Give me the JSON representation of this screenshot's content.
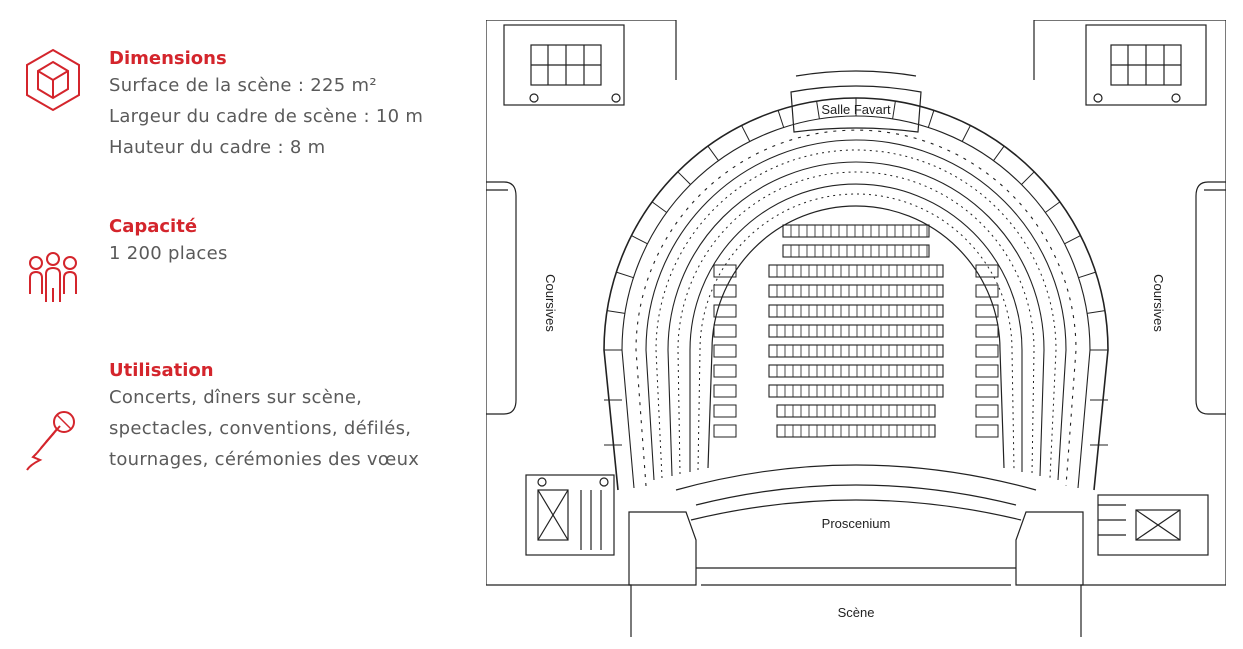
{
  "dimensions": {
    "title": "Dimensions",
    "lines": [
      "Surface de la scène : 225 m²",
      "Largeur du cadre de scène : 10 m",
      "Hauteur du cadre : 8 m"
    ],
    "icon": "cube-icon"
  },
  "capacity": {
    "title": "Capacité",
    "lines": [
      "1 200 places"
    ],
    "icon": "people-icon"
  },
  "usage": {
    "title": "Utilisation",
    "lines": [
      "Concerts, dîners sur scène,",
      "spectacles, conventions, défilés,",
      "tournages, cérémonies des vœux"
    ],
    "icon": "microphone-icon"
  },
  "plan": {
    "labels": {
      "foyer": "Salle Favart",
      "left_corridor": "Coursives",
      "right_corridor": "Coursives",
      "proscenium": "Proscenium",
      "stage": "Scène"
    },
    "orchestra_rows": 11
  },
  "colors": {
    "accent": "#d4252c",
    "text": "#5a5a5a",
    "line": "#222222"
  }
}
